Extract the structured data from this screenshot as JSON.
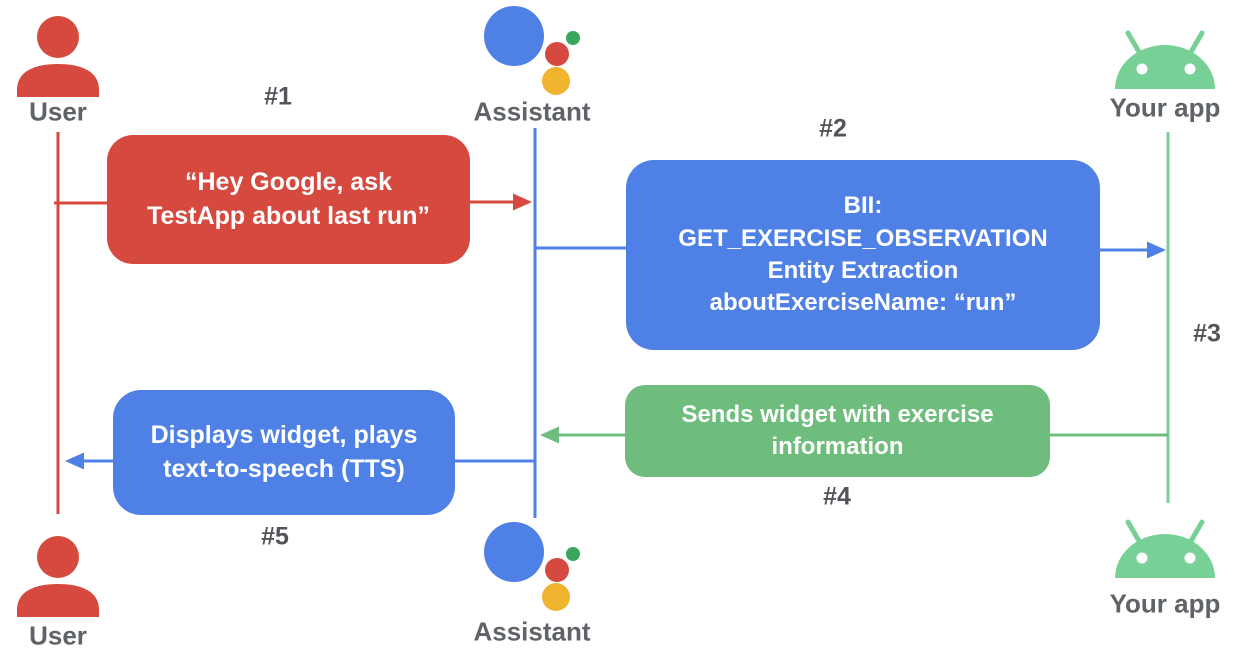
{
  "colors": {
    "red": "#D6493E",
    "blue": "#4E80E6",
    "green_box": "#6FBD7D",
    "android_green": "#77D096",
    "assistant_yellow": "#F0B42E",
    "assistant_green_dot": "#3CA55C",
    "actor_label_gray": "#5F6368",
    "step_label_gray": "#515458",
    "message_text": "#FFFFFF"
  },
  "actors": {
    "user_top": "User",
    "assistant_top": "Assistant",
    "yourapp_top": "Your app",
    "user_bottom": "User",
    "assistant_bottom": "Assistant",
    "yourapp_bottom": "Your app"
  },
  "steps": {
    "step1": "#1",
    "step2": "#2",
    "step3": "#3",
    "step4": "#4",
    "step5": "#5"
  },
  "messages": {
    "box1": "“Hey Google, ask\nTestApp about last run”",
    "box2": "BII:\nGET_EXERCISE_OBSERVATION\nEntity Extraction\naboutExerciseName: “run”",
    "box4": "Sends widget with exercise\ninformation",
    "box5": "Displays widget, plays\ntext-to-speech (TTS)"
  }
}
